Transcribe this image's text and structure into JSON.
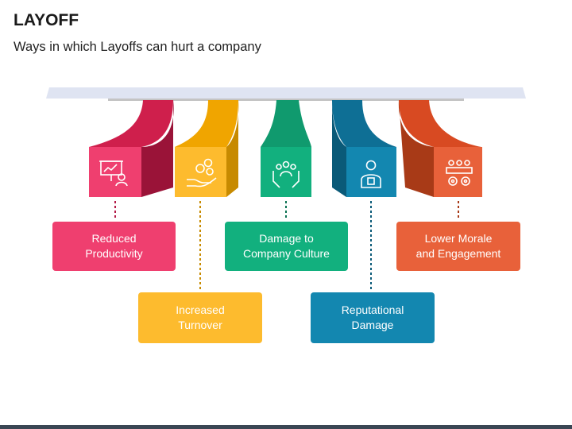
{
  "slide": {
    "title": "LAYOFF",
    "subtitle": "Ways in which Layoffs can hurt a company"
  },
  "items": [
    {
      "label": "Reduced\nProductivity",
      "color": "#ef3f6f",
      "dark": "#a3173f",
      "icon": "presentation-person-icon"
    },
    {
      "label": "Increased\nTurnover",
      "color": "#fdbb2e",
      "dark": "#c78a00",
      "icon": "money-hand-icon"
    },
    {
      "label": "Damage to\nCompany Culture",
      "color": "#12b07e",
      "dark": "#0a7252",
      "icon": "team-hands-icon"
    },
    {
      "label": "Reputational\nDamage",
      "color": "#1387b0",
      "dark": "#0a5a78",
      "icon": "employee-badge-icon"
    },
    {
      "label": "Lower Morale\nand Engagement",
      "color": "#e8613a",
      "dark": "#a83a17",
      "icon": "people-gears-icon"
    }
  ]
}
